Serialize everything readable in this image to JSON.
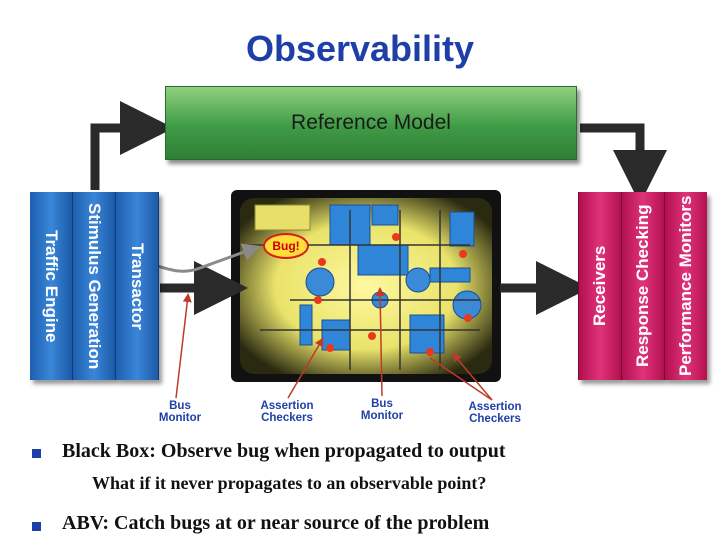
{
  "title": "Observability",
  "reference_model": "Reference Model",
  "left_stack": [
    "Traffic Engine",
    "Stimulus Generation",
    "Transactor"
  ],
  "right_stack": [
    "Receivers",
    "Response Checking",
    "Performance Monitors"
  ],
  "bug_label": "Bug!",
  "callouts": [
    "Bus Monitor",
    "Assertion Checkers",
    "Bus Monitor",
    "Assertion Checkers"
  ],
  "bullets": {
    "b1": "Black Box:  Observe bug when propagated to output",
    "b1_sub": "What if it never propagates to an observable point?",
    "b2": "ABV:  Catch bugs at or near source of the problem"
  },
  "colors": {
    "title": "#1f3fa8",
    "reference_model": "#3f9b45",
    "left_stack": "#2a72c6",
    "right_stack": "#d0246a"
  }
}
